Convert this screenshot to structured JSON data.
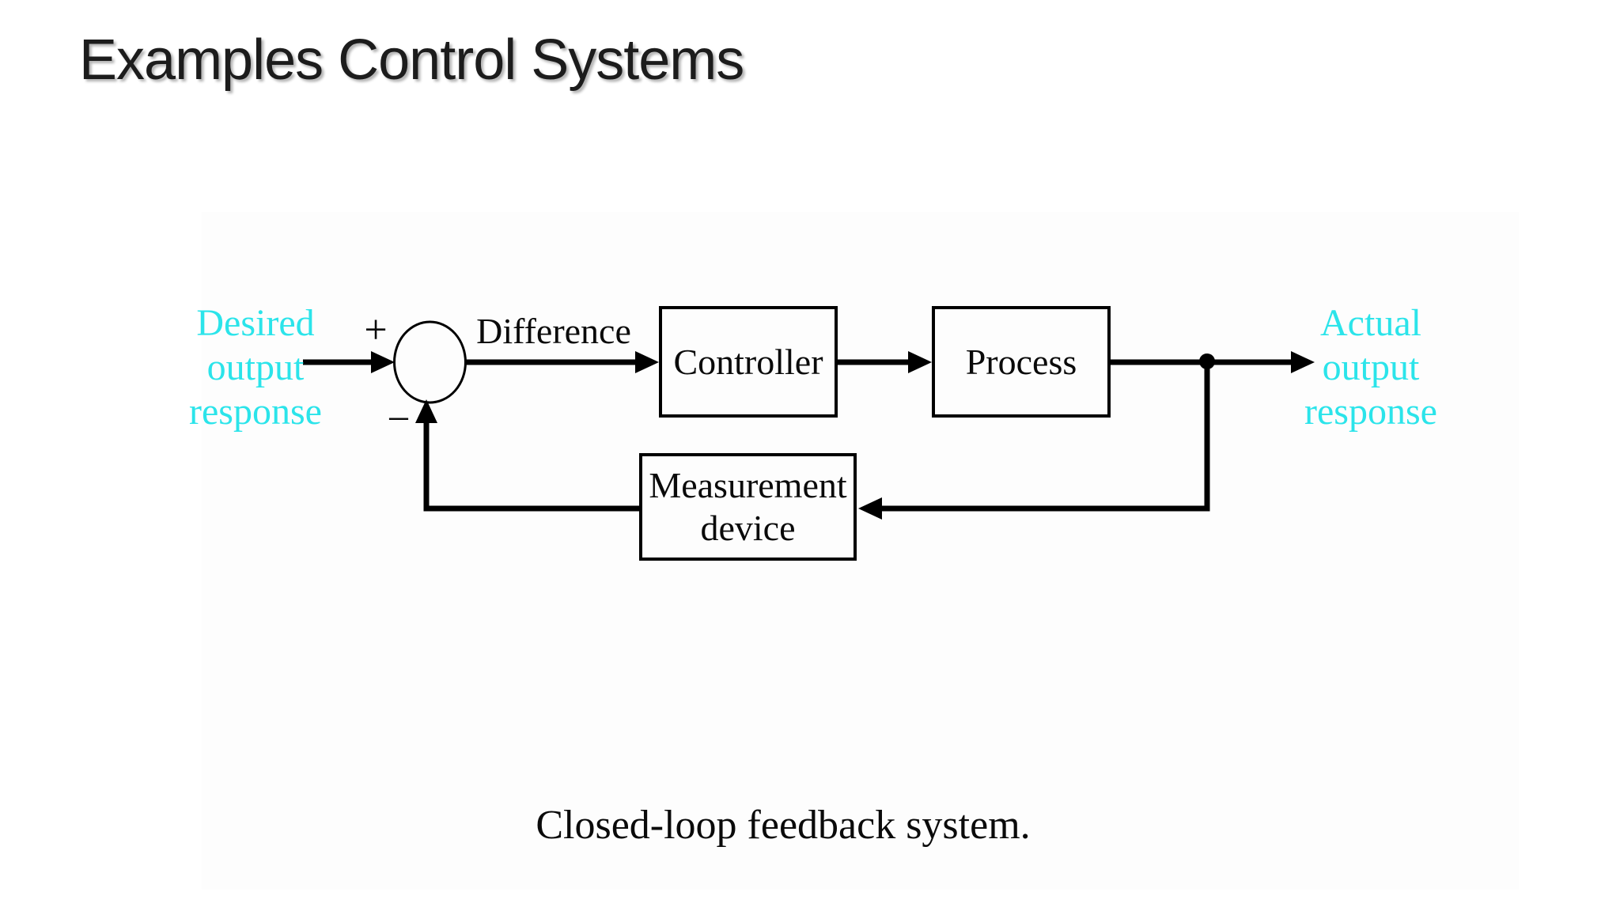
{
  "slide": {
    "title": "Examples Control Systems",
    "caption": "Closed-loop feedback system."
  },
  "diagram": {
    "type": "closed-loop-feedback-block-diagram",
    "colors": {
      "accent_label": "#2be4ea",
      "ink": "#0a0a0a",
      "title": "#1c1c1c",
      "line": "#000000"
    },
    "summing_junction": {
      "plus": "+",
      "minus": "−"
    },
    "labels": {
      "input": "Desired\noutput\nresponse",
      "difference": "Difference",
      "output": "Actual\noutput\nresponse"
    },
    "blocks": [
      {
        "id": "controller",
        "label": "Controller"
      },
      {
        "id": "process",
        "label": "Process"
      },
      {
        "id": "measurement",
        "label": "Measurement\ndevice"
      }
    ]
  }
}
